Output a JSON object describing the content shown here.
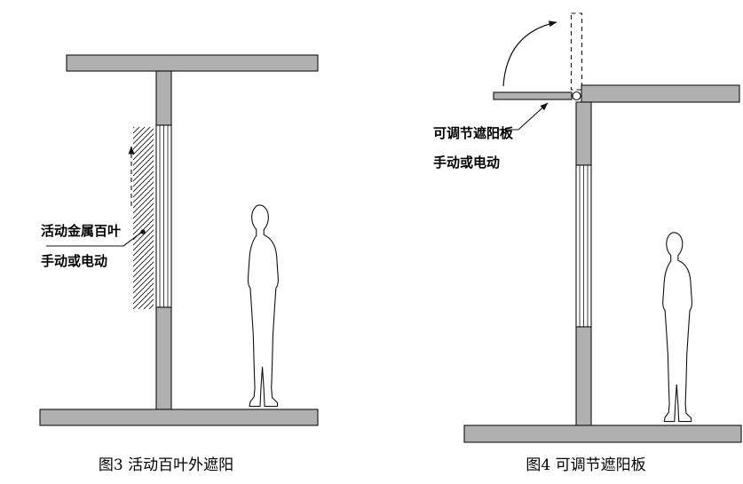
{
  "figure3": {
    "caption": "图3 活动百叶外遮阳",
    "label": {
      "line1": "活动金属百叶",
      "line2": "手动或电动"
    }
  },
  "figure4": {
    "caption": "图4 可调节遮阳板",
    "label": {
      "line1": "可调节遮阳板",
      "line2": "手动或电动"
    }
  },
  "colors": {
    "slab_gray": "#b0b0b0",
    "outline": "#111111",
    "background": "#ffffff"
  },
  "symbols": {
    "louver_motion_arrow": "dashed-up-arrow",
    "board_rotation_arrow": "curved-rotation-arrow",
    "board_pivot": "pivot-circle",
    "louver_leader_end": "filled-dot"
  }
}
